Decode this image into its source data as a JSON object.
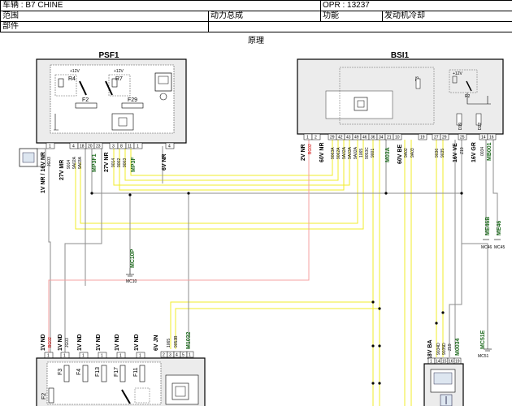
{
  "header": {
    "vehicle_label": "车辆 : B7 CHINE",
    "opr_label": "OPR : 13237",
    "scope_label": "范围",
    "scope_value": "动力总成",
    "function_label": "功能",
    "function_value": "发动机冷却",
    "parts_label": "部件"
  },
  "caption": "原理",
  "modules": {
    "psf1": {
      "name": "PSF1",
      "relay_a": "R4",
      "relay_b": "R7",
      "supply_a": "+12V",
      "supply_b": "+12V",
      "fuse_a": "F2",
      "fuse_b": "F29",
      "pins": [
        "1",
        "4",
        "18",
        "20",
        "23",
        "3",
        "8",
        "11",
        "1",
        "4"
      ],
      "wires": [
        {
          "name": "1V NR / 16V NR",
          "ref": "JG03",
          "color": "#000000"
        },
        {
          "name": "27V MR",
          "ref": "",
          "color": "#000000"
        },
        {
          "name": "9014",
          "ref": "",
          "color": "#000000"
        },
        {
          "name": "9A02A",
          "ref": "",
          "color": "#000000"
        },
        {
          "name": "9A03A",
          "ref": "",
          "color": "#000000"
        },
        {
          "name": "MP3F1",
          "ref": "",
          "color": "#1f6b1f"
        },
        {
          "name": "27V NR",
          "ref": "",
          "color": "#000000"
        },
        {
          "name": "9014",
          "ref": "",
          "color": "#000000"
        },
        {
          "name": "9002",
          "ref": "",
          "color": "#000000"
        },
        {
          "name": "9003",
          "ref": "",
          "color": "#000000"
        },
        {
          "name": "MP3F",
          "ref": "",
          "color": "#1f6b1f"
        },
        {
          "name": "6V NR",
          "ref": "",
          "color": "#000000"
        }
      ]
    },
    "bsi1": {
      "name": "BSI1",
      "supply": "+12V",
      "fuse": "F3",
      "relay": "R2",
      "left_pins": [
        "1",
        "2",
        "29",
        "42",
        "43",
        "49",
        "46",
        "36",
        "34",
        "21",
        "10"
      ],
      "right_pins": [
        "19",
        "27",
        "29",
        "25",
        "14",
        "16"
      ],
      "inner": [
        "D19",
        "D22"
      ],
      "wires": [
        {
          "name": "2V NR",
          "ref": "BG02",
          "color": "#cc0000"
        },
        {
          "name": "60V NR",
          "ref": "",
          "color": "#000000"
        },
        {
          "name": "9063A",
          "ref": "",
          "color": "#000000"
        },
        {
          "name": "9062A",
          "ref": "",
          "color": "#000000"
        },
        {
          "name": "9A02A",
          "ref": "",
          "color": "#000000"
        },
        {
          "name": "9A03A",
          "ref": "",
          "color": "#000000"
        },
        {
          "name": "9A02A",
          "ref": "",
          "color": "#000000"
        },
        {
          "name": "1065",
          "ref": "",
          "color": "#000000"
        },
        {
          "name": "9053C",
          "ref": "",
          "color": "#000000"
        },
        {
          "name": "9001",
          "ref": "",
          "color": "#000000"
        },
        {
          "name": "M03A",
          "ref": "",
          "color": "#1f6b1f"
        },
        {
          "name": "60V BE",
          "ref": "",
          "color": "#000000"
        },
        {
          "name": "9A02",
          "ref": "",
          "color": "#000000"
        },
        {
          "name": "9A03",
          "ref": "",
          "color": "#000000"
        },
        {
          "name": "9036",
          "ref": "",
          "color": "#000000"
        },
        {
          "name": "9035",
          "ref": "",
          "color": "#000000"
        },
        {
          "name": "16V VE",
          "ref": "",
          "color": "#000000"
        },
        {
          "name": "Z19",
          "ref": "",
          "color": "#000000"
        },
        {
          "name": "16V GR",
          "ref": "",
          "color": "#000000"
        },
        {
          "name": "0034",
          "ref": "",
          "color": "#000000"
        },
        {
          "name": "MB001",
          "ref": "",
          "color": "#1f6b1f"
        }
      ]
    },
    "lower_left": {
      "pins": [
        "1",
        "1",
        "1",
        "1",
        "1",
        "1",
        "2",
        "3",
        "4",
        "5",
        "1"
      ],
      "fuses": [
        "F3",
        "F4",
        "F13",
        "F17",
        "F11",
        "F2"
      ],
      "wires": [
        {
          "name": "1V ND",
          "ref": "BG02",
          "color": "#cc0000"
        },
        {
          "name": "1V ND",
          "ref": "JG03",
          "color": "#000000"
        },
        {
          "name": "1V ND",
          "ref": "",
          "color": "#000000"
        },
        {
          "name": "1V ND",
          "ref": "",
          "color": "#000000"
        },
        {
          "name": "1V ND",
          "ref": "",
          "color": "#000000"
        },
        {
          "name": "1V ND",
          "ref": "",
          "color": "#000000"
        },
        {
          "name": "6V JN",
          "ref": "",
          "color": "#000000"
        },
        {
          "name": "1065",
          "ref": "",
          "color": "#000000"
        },
        {
          "name": "9053B",
          "ref": "",
          "color": "#000000"
        },
        {
          "name": "M1032",
          "ref": "",
          "color": "#1f6b1f"
        }
      ]
    },
    "lower_right": {
      "pins": [
        "1",
        "14",
        "15",
        "16",
        "19"
      ],
      "wires": [
        {
          "name": "18V BA",
          "ref": "",
          "color": "#000000"
        },
        {
          "name": "9034D",
          "ref": "",
          "color": "#000000"
        },
        {
          "name": "9035D",
          "ref": "",
          "color": "#000000"
        },
        {
          "name": "Z19",
          "ref": "",
          "color": "#000000"
        },
        {
          "name": "M0034",
          "ref": "",
          "color": "#1f6b1f"
        }
      ]
    }
  },
  "grounds": [
    {
      "name": "MC10P",
      "label": "MC10",
      "color": "#1f6b1f"
    },
    {
      "name": "ME46B",
      "label": "MC46",
      "color": "#1f6b1f"
    },
    {
      "name": "ME46",
      "label": "MC45",
      "color": "#1f6b1f"
    },
    {
      "name": "MC51E",
      "label": "MC51",
      "color": "#1f6b1f"
    }
  ],
  "colors": {
    "wire_yellow": "#f2ec2a",
    "wire_gray": "#8c8c8c",
    "wire_red": "#f4a0a0",
    "ground_green": "#1f6b1f"
  }
}
